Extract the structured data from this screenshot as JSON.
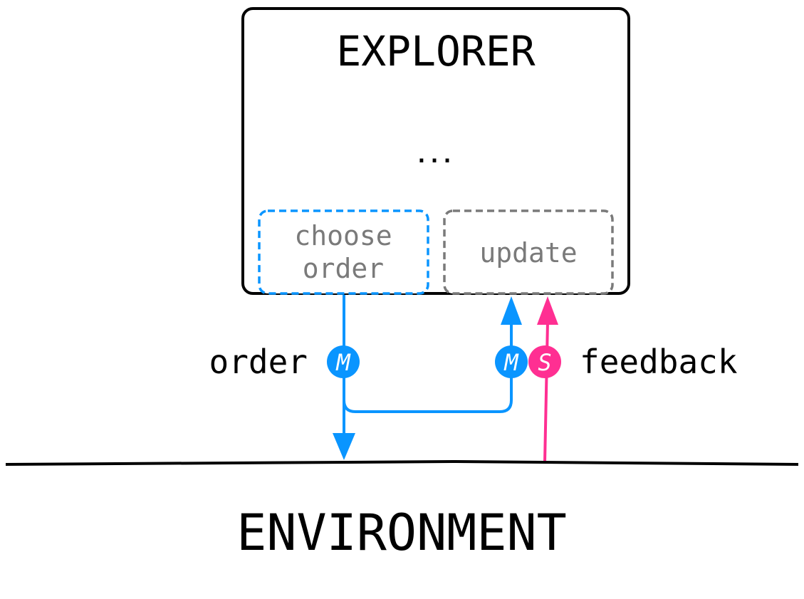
{
  "explorer": {
    "title": "EXPLORER",
    "ellipsis": "...",
    "choose_box": {
      "line1": "choose",
      "line2": "order"
    },
    "update_box": {
      "label": "update"
    }
  },
  "flows": {
    "order_label": "order",
    "feedback_label": "feedback",
    "badge_order": "M",
    "badge_update_m": "M",
    "badge_update_s": "S"
  },
  "environment": {
    "label": "ENVIRONMENT"
  },
  "colors": {
    "blue": "#0a95ff",
    "pink": "#ff2f92",
    "gray": "#7a7a7a",
    "black": "#000000"
  }
}
